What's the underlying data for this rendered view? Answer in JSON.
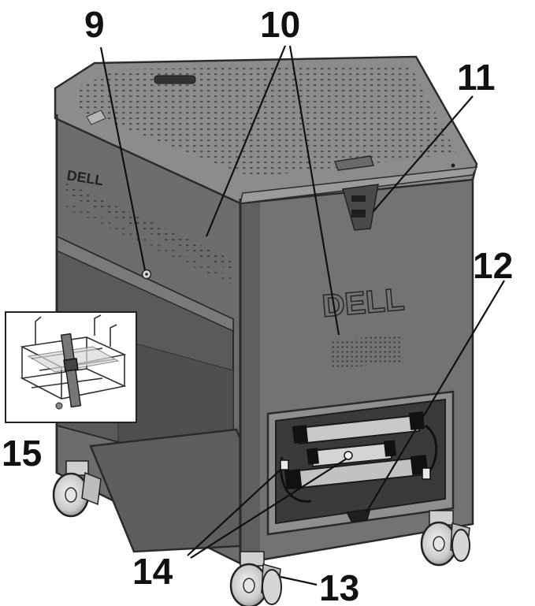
{
  "diagram": {
    "callouts": [
      {
        "id": "c9",
        "label": "9"
      },
      {
        "id": "c10",
        "label": "10"
      },
      {
        "id": "c11",
        "label": "11"
      },
      {
        "id": "c12",
        "label": "12"
      },
      {
        "id": "c13",
        "label": "13"
      },
      {
        "id": "c14",
        "label": "14"
      },
      {
        "id": "c15",
        "label": "15"
      }
    ],
    "brand": {
      "side_logo": "DELL",
      "front_logo": "DELL",
      "logo_color": "#2a2a2a"
    },
    "colors": {
      "body": "#6b6b6b",
      "body_dark": "#565656",
      "top": "#8a8a8a",
      "outline": "#2b2b2b",
      "leader": "#111111"
    },
    "icons": {
      "inset_basket": "wire-basket-icon",
      "lock": "lock-icon",
      "caster": "caster-wheel-icon"
    }
  }
}
